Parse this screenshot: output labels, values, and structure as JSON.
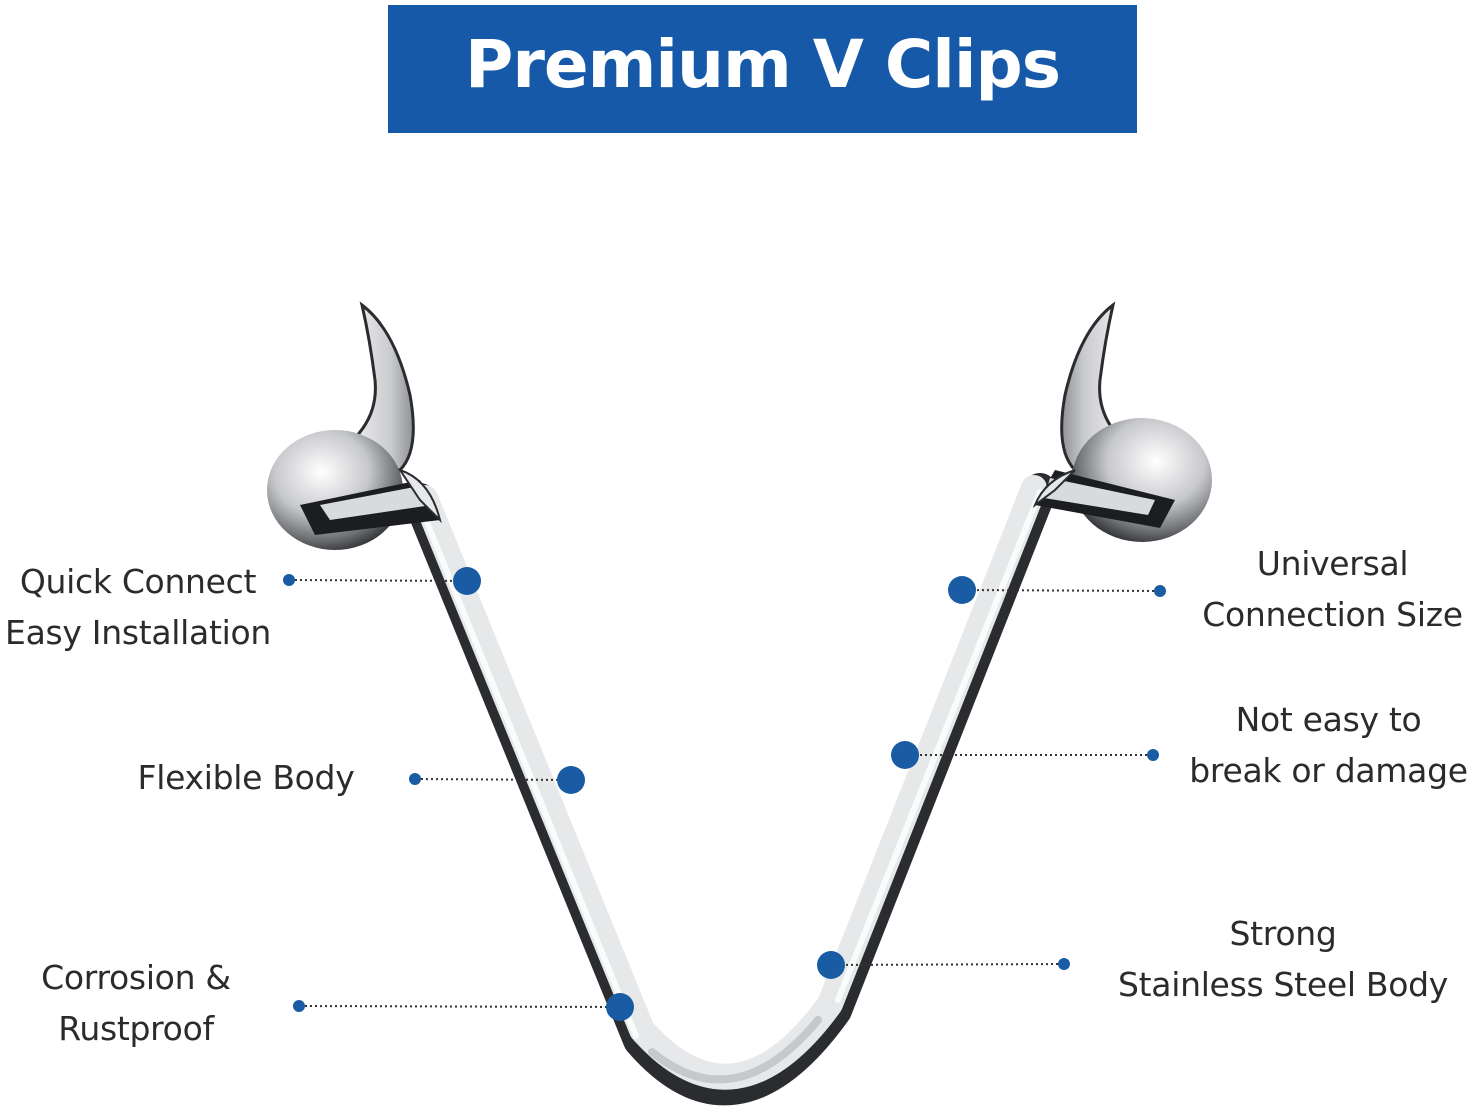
{
  "banner": {
    "title": "Premium V Clips"
  },
  "features": {
    "quick_connect": [
      "Quick Connect",
      "Easy Installation"
    ],
    "flexible_body": [
      "Flexible Body"
    ],
    "corrosion": [
      "Corrosion &",
      "Rustproof"
    ],
    "universal": [
      "Universal",
      "Connection Size"
    ],
    "not_easy": [
      "Not easy to",
      "break or damage"
    ],
    "strong": [
      "Strong",
      "Stainless Steel Body"
    ]
  },
  "colors": {
    "banner": "#1559a8",
    "marker": "#1a5ca3",
    "metal_light": "#f1f2f4",
    "metal_dark": "#2a2c30"
  }
}
